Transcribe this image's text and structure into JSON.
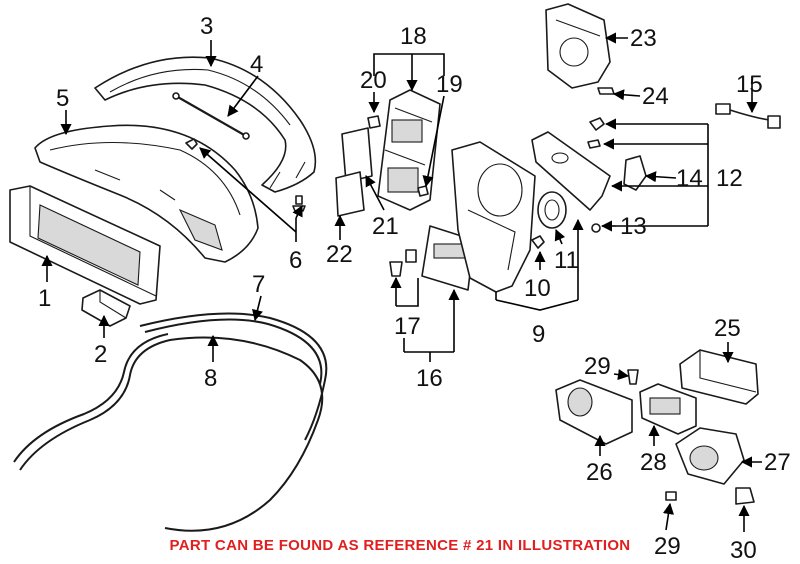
{
  "callouts": [
    "1",
    "2",
    "3",
    "4",
    "5",
    "6",
    "7",
    "8",
    "9",
    "10",
    "11",
    "12",
    "13",
    "14",
    "15",
    "16",
    "17",
    "18",
    "19",
    "20",
    "21",
    "22",
    "23",
    "24",
    "25",
    "26",
    "27",
    "28",
    "29",
    "29",
    "30"
  ],
  "caption": "PART CAN BE FOUND AS REFERENCE # 21 IN ILLUSTRATION",
  "colors": {
    "caption": "#e02020",
    "line": "#1a1a1a"
  }
}
